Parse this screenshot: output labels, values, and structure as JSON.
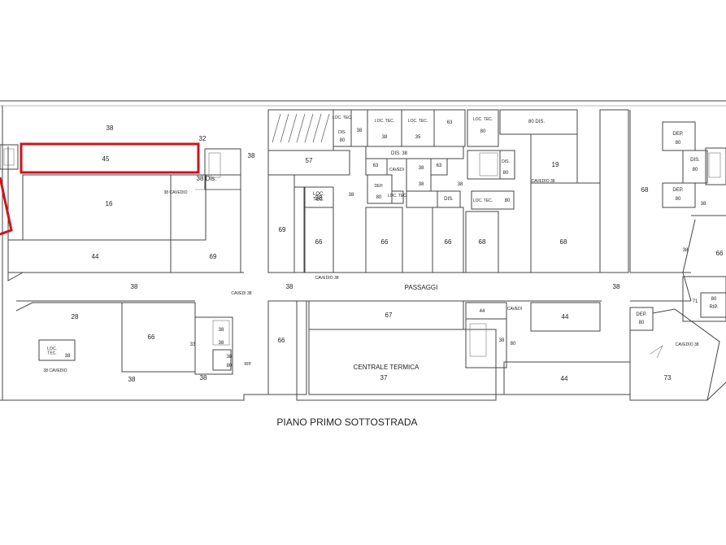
{
  "drawing": {
    "caption": "PIANO PRIMO SOTTOSTRADA",
    "highlight_color": "#d0121b",
    "line_color": "#444444"
  },
  "labels": {
    "r38_top": "38",
    "r32": "32",
    "r45": "45",
    "r38_stair": "38",
    "r38_dis": "38 Dis.",
    "r38_cavedio": "38 CAVEDIO",
    "r16": "16",
    "r44_left": "44",
    "r69_left": "69",
    "r57": "57",
    "r69_mid": "69",
    "loc_tec_a": "LOC.\nTEC.",
    "r38_loc_a": "38",
    "r66_a": "66",
    "cavedio_38_a": "CAVEDIO 38",
    "loc_tec_b": "LOC. TEC.",
    "r38_b": "38",
    "dis_80_a": "DIS.",
    "r80_a": "80",
    "loc_tec_c": "LOC. TEC.",
    "r38_c": "38",
    "loc_tec_d": "LOC. TEC.",
    "r35": "35",
    "r63_a": "63",
    "loc_tec_e": "LOC. TEC.",
    "r80_b": "80",
    "r80_dis": "80 DIS.",
    "dis_38": "DIS. 38",
    "r63_b": "63",
    "cavedi": "CAVEDI",
    "r38_d": "38",
    "r63_c": "63",
    "r38_e": "38",
    "dep_80_a": "DEP.",
    "r80_c": "80",
    "loc_tec_f": "LOC. TEC.",
    "r38_f": "38",
    "dis_a": "DIS.",
    "r38_g": "38",
    "dis_80_b": "DIS.",
    "r80_d": "80",
    "loc_tec_g": "LOC. TEC.",
    "r80_e": "80",
    "r19": "19",
    "cavedio_38_b": "CAVEDIO 38",
    "r66_b": "66",
    "r66_c": "66",
    "r68_a": "68",
    "r68_b": "68",
    "r68_c": "68",
    "dep_80_b": "DEP.",
    "r80_f": "80",
    "dis_80_c": "DIS.",
    "r80_g": "80",
    "dep_80_c": "DEP.",
    "r80_h": "80",
    "r38_right": "38",
    "r38_right_b": "38",
    "r66_right": "66",
    "r38_row_a": "38",
    "r38_row_b": "38",
    "passaggi": "PASSAGGI",
    "r38_row_c": "38",
    "r28": "28",
    "r66_d": "66",
    "loc_tec_h": "LOC.\nTEC.",
    "r38_h": "38",
    "cavedio_38_c": "38 CAVEDIO",
    "cavedi_38": "CAVEDI 38",
    "r38_i": "38",
    "r33": "33",
    "r38_j": "38",
    "r38_k": "38",
    "r80_i": "80",
    "rip": "RIP.",
    "r38_bottom_a": "38",
    "r38_bottom_b": "38",
    "r66_e": "66",
    "r67": "67",
    "centrale_termica": "CENTRALE TERMICA",
    "r37": "37",
    "r44_b": "44",
    "cavedi_b": "CAVEDI",
    "r38_l": "38",
    "r80_j": "80",
    "r44_c": "44",
    "r44_d": "44",
    "dep_80_d": "DEP.",
    "r80_k": "80",
    "r71": "71",
    "r80_rip": "80",
    "rip_b": "RIP.",
    "cavedio_38_d": "CAVEDIO 38",
    "r73": "73"
  }
}
